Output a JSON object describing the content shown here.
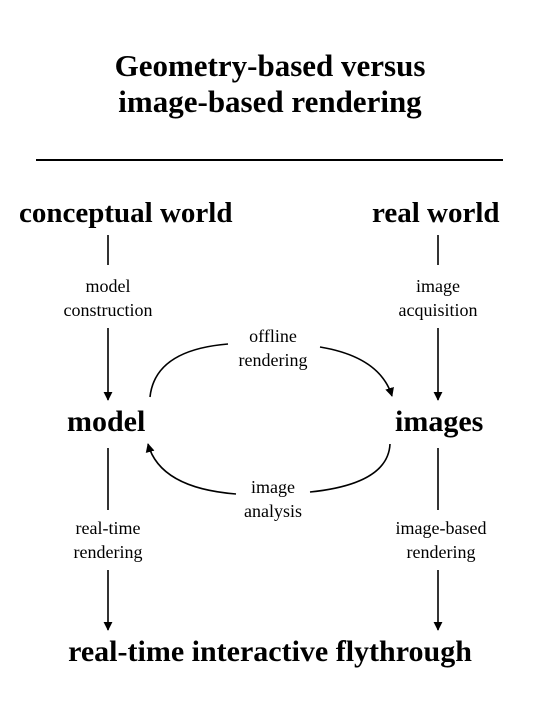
{
  "title": {
    "line1": "Geometry-based versus",
    "line2": "image-based rendering"
  },
  "nodes": {
    "conceptual_world": "conceptual world",
    "real_world": "real world",
    "model": "model",
    "images": "images",
    "flythrough": "real-time interactive flythrough"
  },
  "edges": {
    "model_construction": {
      "line1": "model",
      "line2": "construction"
    },
    "image_acquisition": {
      "line1": "image",
      "line2": "acquisition"
    },
    "offline_rendering": {
      "line1": "offline",
      "line2": "rendering"
    },
    "image_analysis": {
      "line1": "image",
      "line2": "analysis"
    },
    "realtime_rendering": {
      "line1": "real-time",
      "line2": "rendering"
    },
    "image_based_rendering": {
      "line1": "image-based",
      "line2": "rendering"
    }
  }
}
